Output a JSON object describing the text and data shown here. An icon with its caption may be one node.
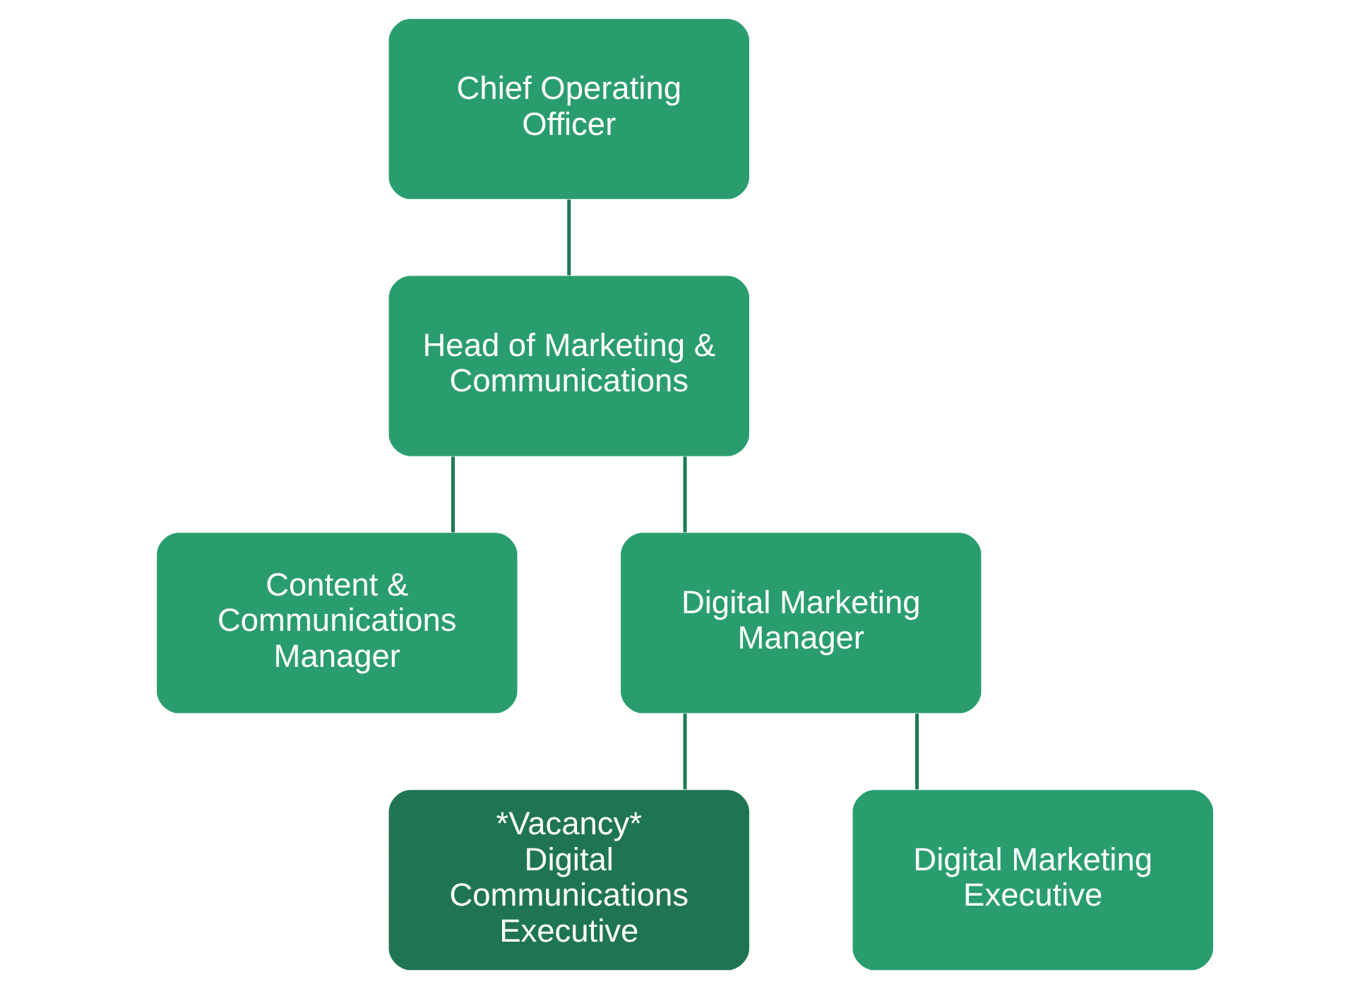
{
  "diagram": {
    "nodes": [
      {
        "text": [
          "Chief Operating Officer"
        ]
      },
      {
        "text": [
          "Head of Marketing & Communications"
        ]
      },
      {
        "text": [
          "Content & Communications Manager"
        ]
      },
      {
        "text": [
          "Digital Marketing Manager"
        ]
      },
      {
        "text": [
          "*Vacancy*",
          "Digital Communications Executive"
        ]
      },
      {
        "text": [
          "Digital Marketing Executive"
        ]
      }
    ],
    "edges": [
      {
        "from": 0,
        "to": 1,
        "arrow": "none"
      },
      {
        "from": 1,
        "to": 2,
        "arrow": "none"
      },
      {
        "from": 1,
        "to": 3,
        "arrow": "none"
      },
      {
        "from": 3,
        "to": 4,
        "arrow": "none"
      },
      {
        "from": 3,
        "to": 5,
        "arrow": "none"
      }
    ]
  }
}
